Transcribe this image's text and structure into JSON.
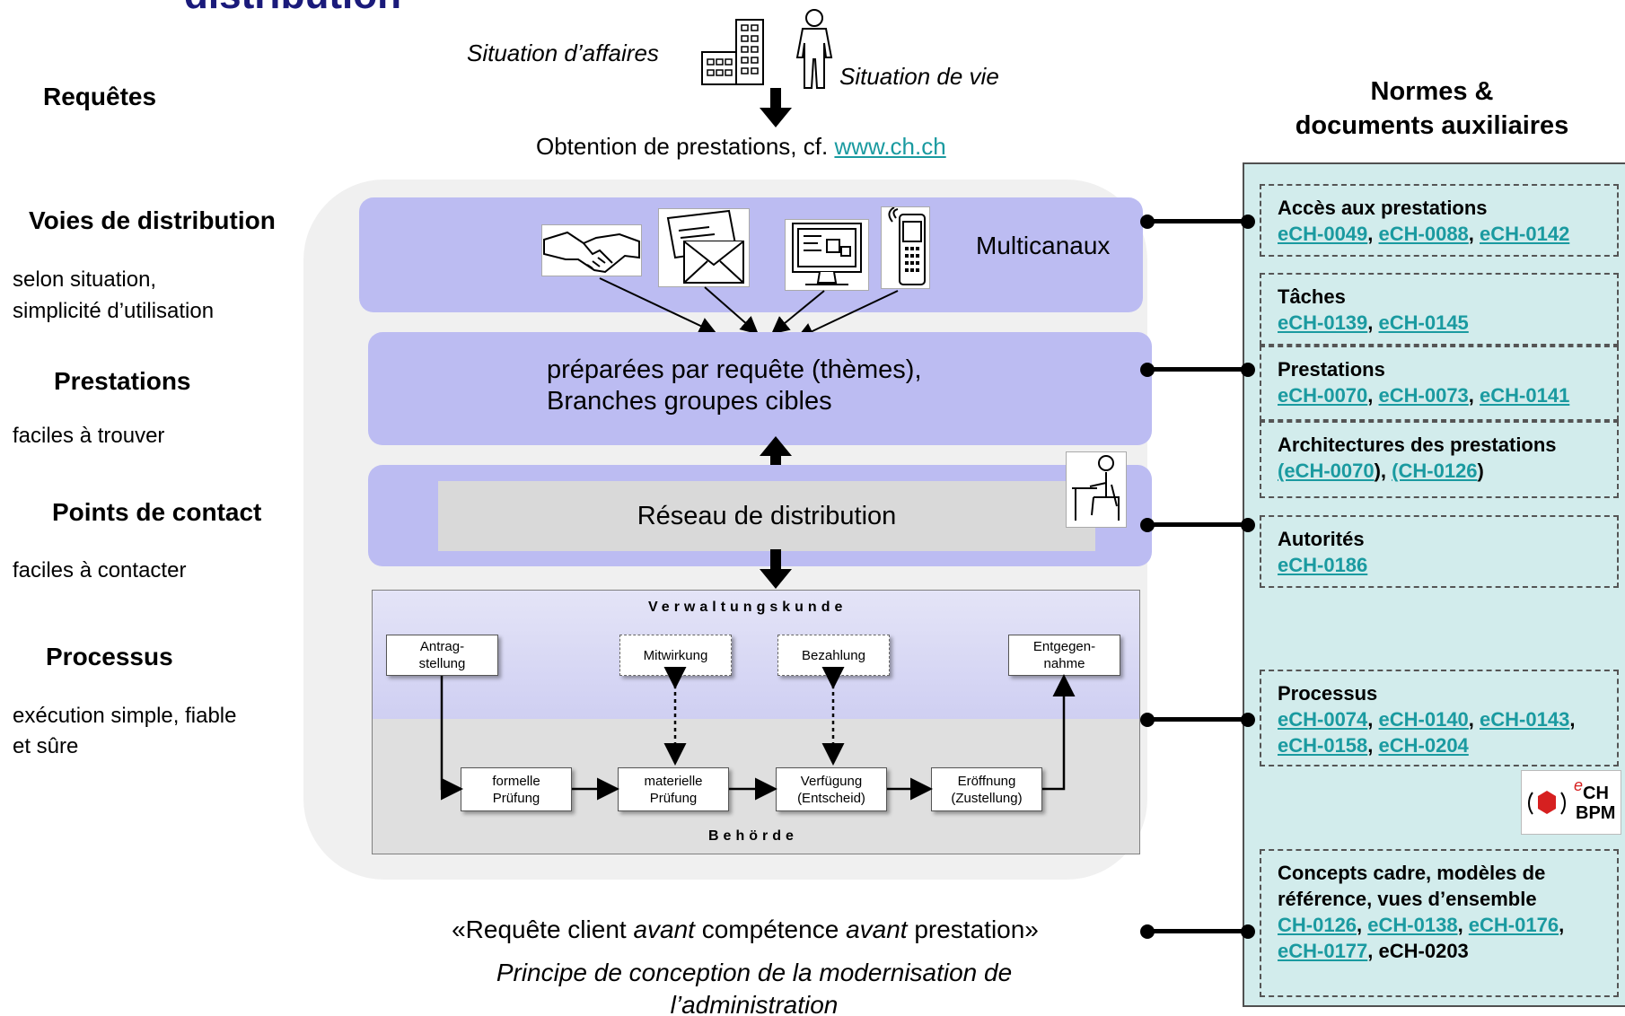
{
  "title": "distribution",
  "left": {
    "requetes": "Requêtes",
    "voies_title": "Voies de distribution",
    "voies_sub1": "selon situation,",
    "voies_sub2": "simplicité d’utilisation",
    "prestations_title": "Prestations",
    "prestations_sub": "faciles à trouver",
    "contact_title": "Points de contact",
    "contact_sub": "faciles à contacter",
    "processus_title": "Processus",
    "processus_sub1": "exécution simple, fiable",
    "processus_sub2": "et sûre"
  },
  "top": {
    "situation_affaires": "Situation d’affaires",
    "situation_vie": "Situation de vie",
    "obtention": "Obtention de prestations, cf.",
    "link": "www.ch.ch"
  },
  "center": {
    "multicanaux": "Multicanaux",
    "prepared_line1": "préparées par requête (thèmes),",
    "prepared_line2": "Branches groupes cibles",
    "reseau": "Réseau de distribution"
  },
  "process": {
    "verwaltungskunde": "Verwaltungskunde",
    "behoerde": "Behörde",
    "antragstellung": "Antrag-\nstellung",
    "mitwirkung": "Mitwirkung",
    "bezahlung": "Bezahlung",
    "entgegennahme": "Entgegen-\nnahme",
    "formelle": "formelle\nPrüfung",
    "materielle": "materielle\nPrüfung",
    "verfuegung": "Verfügung\n(Entscheid)",
    "eroeffnung": "Eröffnung\n(Zustellung)"
  },
  "bottom": {
    "quote_a": "«Requête client ",
    "quote_b": "avant",
    "quote_c": " compétence ",
    "quote_d": "avant",
    "quote_e": " prestation»",
    "principle_line1": "Principe de conception de la modernisation de",
    "principle_line2": "l’administration"
  },
  "right": {
    "header_line1": "Normes  &",
    "header_line2": "documents auxiliaires",
    "acces_title": "Accès aux prestations",
    "acces_links": [
      "eCH-0049",
      "eCH-0088",
      "eCH-0142"
    ],
    "taches_title": "Tâches",
    "taches_links": [
      "eCH-0139",
      "eCH-0145"
    ],
    "prestations_title": "Prestations",
    "prestations_links": [
      "eCH-0070",
      "eCH-0073",
      "eCH-0141"
    ],
    "archi_title": "Architectures des prestations",
    "archi_links": [
      "(eCH-0070",
      "(CH-0126"
    ],
    "autorites_title": "Autorités",
    "autorites_links": [
      "eCH-0186"
    ],
    "processus_title": "Processus",
    "processus_links": [
      "eCH-0074",
      "eCH-0140",
      "eCH-0143",
      "eCH-0158",
      "eCH-0204"
    ],
    "logo_e": "e",
    "logo_ch": "CH",
    "logo_bpm": "BPM",
    "concepts_line1": "Concepts cadre, modèles de",
    "concepts_line2": "référence, vues d’ensemble",
    "concepts_links": [
      "CH-0126",
      "eCH-0138",
      "eCH-0176",
      "eCH-0177"
    ],
    "concepts_plain": "eCH-0203"
  },
  "colors": {
    "title": "#1a1a7a",
    "link": "#1a9aa0",
    "purple": "#bcbcf2",
    "panel": "#d2ecec"
  }
}
